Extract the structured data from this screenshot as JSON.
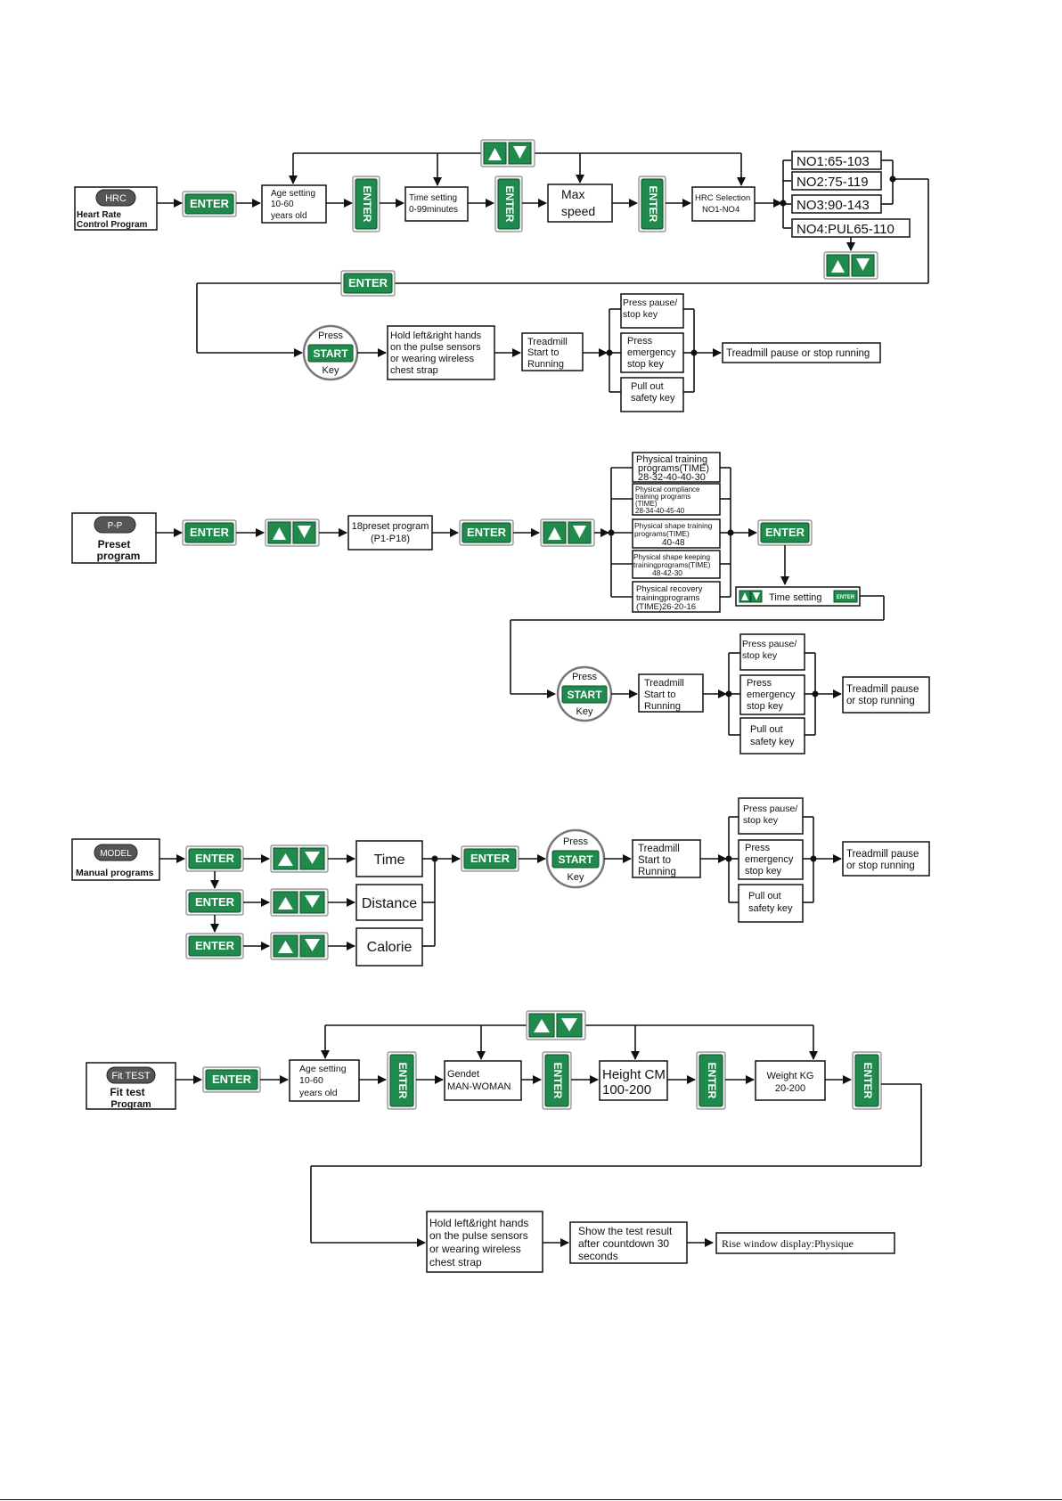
{
  "buttons": {
    "enter": "ENTER",
    "start": "START",
    "press": "Press",
    "key": "Key"
  },
  "hrc": {
    "key_pill": "HRC",
    "key_title": [
      "Heart Rate",
      "Control Program"
    ],
    "age": [
      "Age setting",
      "10-60",
      "years old"
    ],
    "time": [
      "Time setting",
      "0-99minutes"
    ],
    "speed": [
      "Max",
      "speed"
    ],
    "selection": [
      "HRC Selection",
      "NO1-NO4"
    ],
    "options": [
      "NO1:65-103",
      "NO2:75-119",
      "NO3:90-143",
      "NO4:PUL65-110"
    ],
    "hold": [
      "Hold left&right hands",
      "on the pulse sensors",
      "or wearing wireless",
      "chest strap"
    ],
    "treadmill": [
      "Treadmill",
      "Start to",
      "Running"
    ],
    "pause": [
      "Press pause/",
      "stop key"
    ],
    "emergency": [
      "Press",
      "emergency",
      "stop key"
    ],
    "safety": [
      "Pull out",
      "safety key"
    ],
    "result": "Treadmill pause or stop running"
  },
  "preset": {
    "key_pill": "P-P",
    "key_title": [
      "Preset",
      "program"
    ],
    "program": [
      "18preset program",
      "(P1-P18)"
    ],
    "items": [
      [
        "Physical training",
        "programs(TIME)",
        "28-32-40-40-30"
      ],
      [
        "Physical compliance",
        "training programs",
        "(TIME)",
        "28-34-40-45-40"
      ],
      [
        "Physical shape training",
        "programs(TIME)",
        "40-48"
      ],
      [
        "Physical shape keeping",
        "trainingprograms(TIME)",
        "48-42-30"
      ],
      [
        "Physical recovery",
        "trainingprograms",
        "(TIME)26-20-16"
      ]
    ],
    "time_setting": "Time setting",
    "treadmill": [
      "Treadmill",
      "Start to",
      "Running"
    ],
    "pause": [
      "Press pause/",
      "stop key"
    ],
    "emergency": [
      "Press",
      "emergency",
      "stop key"
    ],
    "safety": [
      "Pull out",
      "safety key"
    ],
    "result": [
      "Treadmill pause",
      "or stop running"
    ]
  },
  "manual": {
    "key_pill": "MODEL",
    "key_title": "Manual programs",
    "time": "Time",
    "distance": "Distance",
    "calorie": "Calorie",
    "treadmill": [
      "Treadmill",
      "Start to",
      "Running"
    ],
    "pause": [
      "Press pause/",
      "stop key"
    ],
    "emergency": [
      "Press",
      "emergency",
      "stop key"
    ],
    "safety": [
      "Pull out",
      "safety key"
    ],
    "result": [
      "Treadmill pause",
      "or stop running"
    ]
  },
  "fit": {
    "key_pill": "Fit TEST",
    "key_title": [
      "Fit test",
      "Program"
    ],
    "age": [
      "Age setting",
      "10-60",
      "years old"
    ],
    "gender": [
      "Gendet",
      "MAN-WOMAN"
    ],
    "height": [
      "Height CM",
      "100-200"
    ],
    "weight": [
      "Weight KG",
      "20-200"
    ],
    "hold": [
      "Hold left&right hands",
      "on the pulse sensors",
      "or wearing wireless",
      "chest strap"
    ],
    "result": [
      "Show the test result",
      "after countdown 30",
      "seconds"
    ],
    "display": "Rise window display:Physique"
  }
}
